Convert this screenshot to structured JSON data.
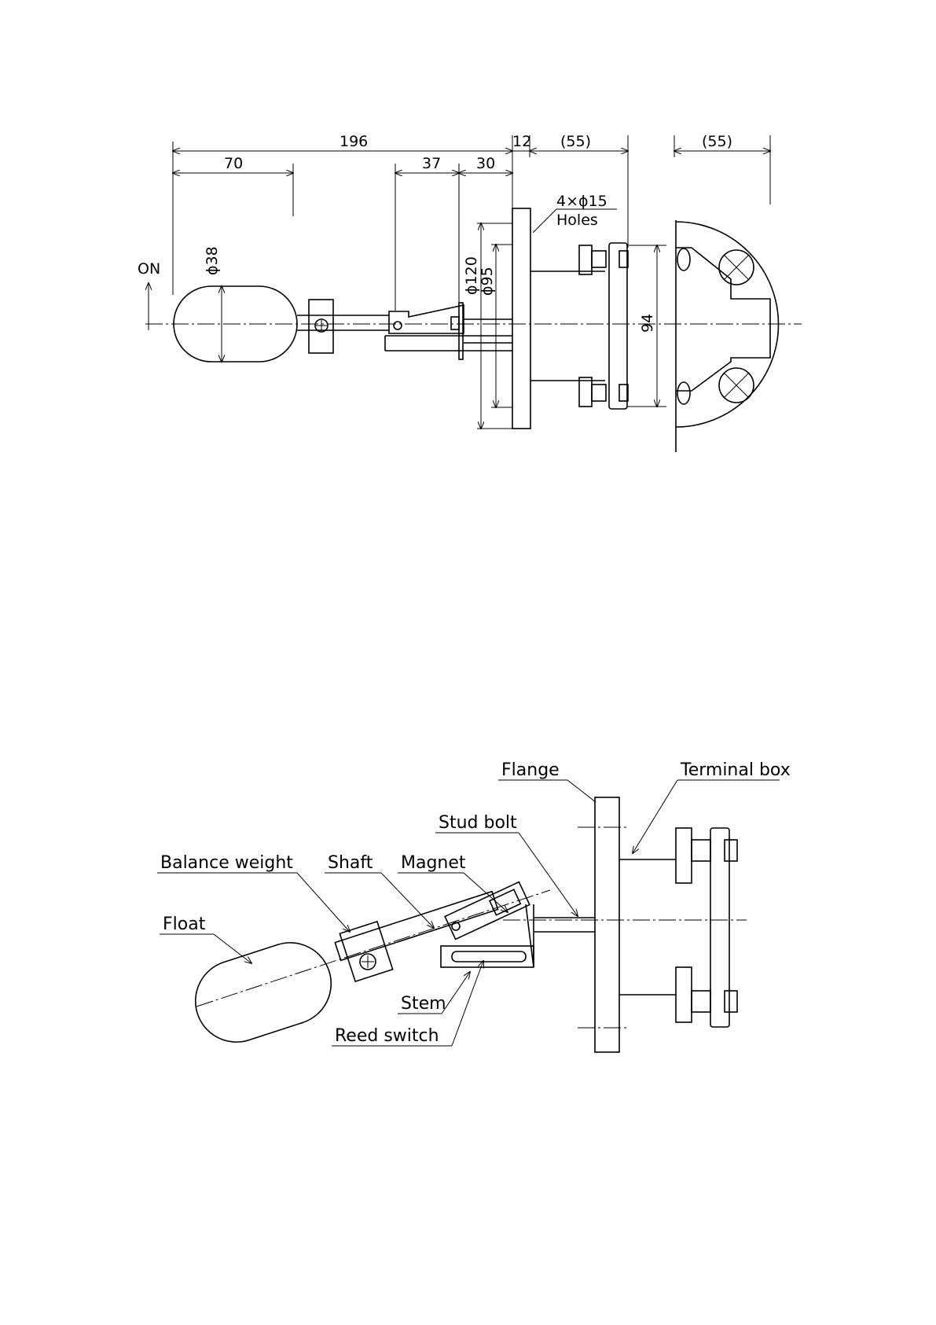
{
  "top_view": {
    "dims": {
      "d196": "196",
      "d70": "70",
      "d37": "37",
      "d30": "30",
      "d12": "12",
      "d55a": "(55)",
      "d55b": "(55)",
      "holes_1": "4×ϕ15",
      "holes_2": "Holes",
      "phi120": "ϕ120",
      "phi95": "ϕ95",
      "phi38": "ϕ38",
      "d94": "94",
      "on": "ON"
    }
  },
  "bottom_view": {
    "labels": {
      "flange": "Flange",
      "terminal_box": "Terminal box",
      "stud_bolt": "Stud bolt",
      "balance_weight": "Balance weight",
      "shaft": "Shaft",
      "magnet": "Magnet",
      "float": "Float",
      "stem": "Stem",
      "reed_switch": "Reed switch"
    }
  }
}
